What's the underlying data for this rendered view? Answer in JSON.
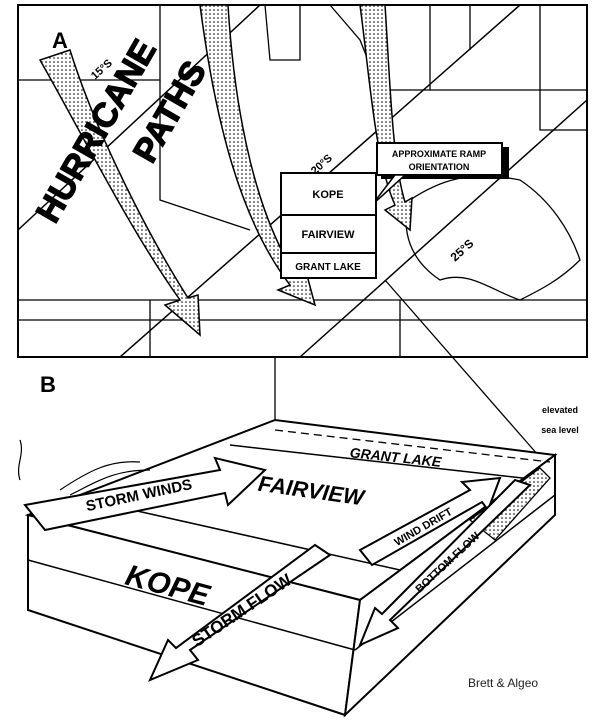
{
  "panel_a": {
    "label": "A",
    "latitudes": [
      "15°S",
      "20°S",
      "25°S"
    ],
    "title_line1": "HURRICANE",
    "title_line2": "PATHS",
    "callout_line1": "APPROXIMATE RAMP",
    "callout_line2": "ORIENTATION",
    "legend": [
      "KOPE",
      "FAIRVIEW",
      "GRANT LAKE"
    ]
  },
  "panel_b": {
    "label": "B",
    "sea_level_line1": "elevated",
    "sea_level_line2": "sea level",
    "units": [
      "GRANT LAKE",
      "FAIRVIEW",
      "KOPE"
    ],
    "arrows": [
      "STORM WINDS",
      "WIND DRIFT",
      "STORM FLOW",
      "BOTTOM FLOW"
    ]
  },
  "credit": "Brett & Algeo"
}
